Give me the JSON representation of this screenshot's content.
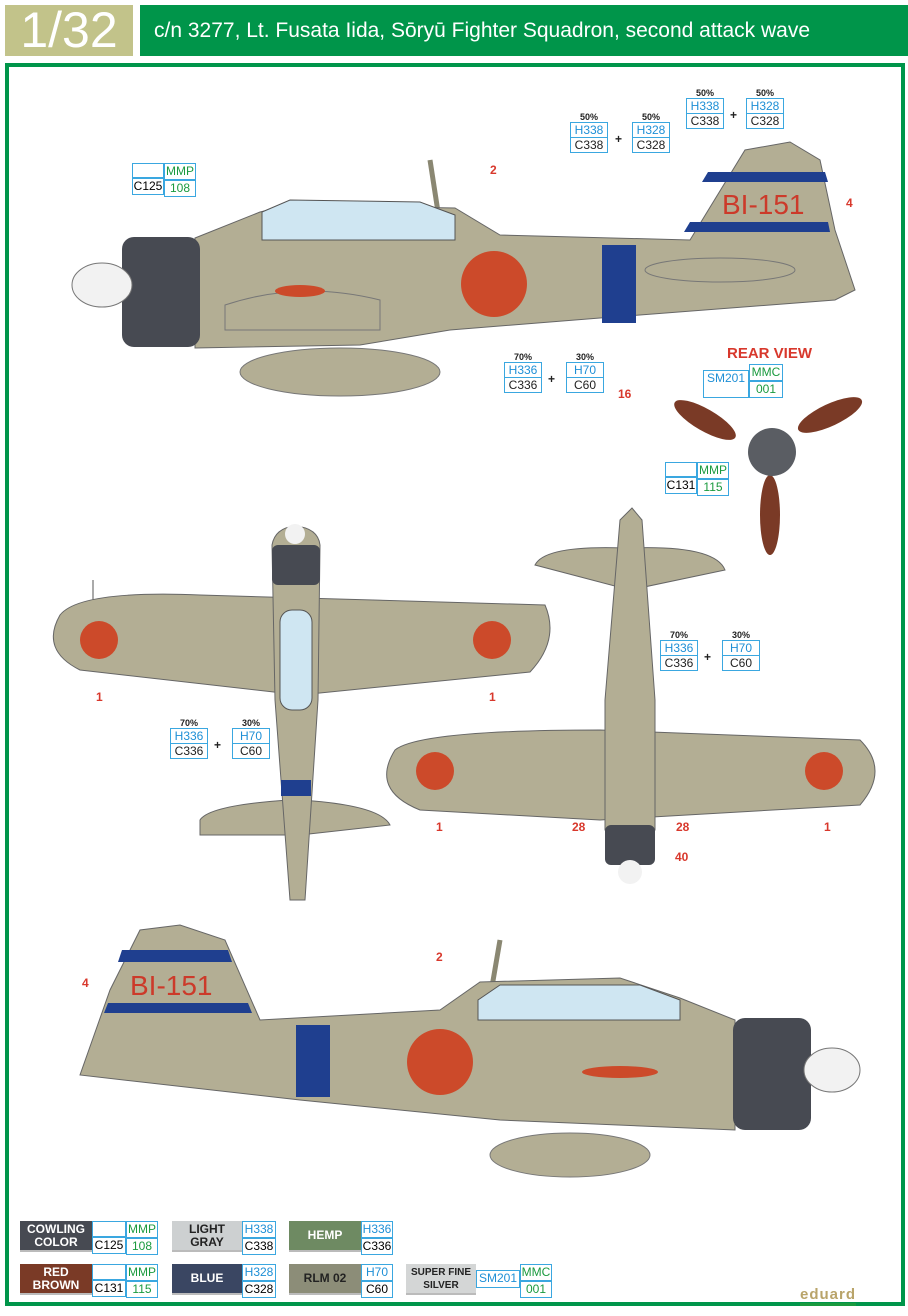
{
  "header": {
    "scale": "1/32",
    "title": "c/n 3277, Lt. Fusata Iida, Sōryū Fighter Squadron, second attack wave"
  },
  "colors": {
    "green": "#00954a",
    "khaki": "#b3ae94",
    "red": "#cc4a2a",
    "blue": "#1f3f8f",
    "cowling": "#474a52",
    "canopy": "#cfe6f2",
    "brown": "#7a3a26"
  },
  "markings": {
    "code": "BI-151",
    "rear_view": "REAR VIEW"
  },
  "callouts": {
    "c1": {
      "top": "MMP",
      "left": "C125",
      "right": "108"
    },
    "c2": {
      "a_pct": "50%",
      "a_h": "H338",
      "a_c": "C338",
      "b_pct": "50%",
      "b_h": "H328",
      "b_c": "C328"
    },
    "c3": {
      "a_pct": "50%",
      "a_h": "H338",
      "a_c": "C338",
      "b_pct": "50%",
      "b_h": "H328",
      "b_c": "C328"
    },
    "c4": {
      "a_pct": "70%",
      "a_h": "H336",
      "a_c": "C336",
      "b_pct": "30%",
      "b_h": "H70",
      "b_c": "C60"
    },
    "c5": {
      "left": "SM201",
      "top": "MMC",
      "right": "001"
    },
    "c6": {
      "top": "MMP",
      "left": "C131",
      "right": "115"
    },
    "c7": {
      "a_pct": "70%",
      "a_h": "H336",
      "a_c": "C336",
      "b_pct": "30%",
      "b_h": "H70",
      "b_c": "C60"
    },
    "c8": {
      "a_pct": "70%",
      "a_h": "H336",
      "a_c": "C336",
      "b_pct": "30%",
      "b_h": "H70",
      "b_c": "C60"
    },
    "plus": "+"
  },
  "numbers": {
    "n2a": "2",
    "n4a": "4",
    "n16": "16",
    "n1a": "1",
    "n1b": "1",
    "n1c": "1",
    "n1d": "1",
    "n28a": "28",
    "n28b": "28",
    "n40": "40",
    "n2b": "2",
    "n4b": "4"
  },
  "legend": [
    {
      "name": "COWLING COLOR",
      "color": "#474a52",
      "top": "MMP",
      "bl": "C125",
      "br": "108"
    },
    {
      "name": "LIGHT GRAY",
      "color": "#cdd0d1",
      "h": "H338",
      "c": "C338"
    },
    {
      "name": "HEMP",
      "color": "#6e8a62",
      "h": "H336",
      "c": "C336"
    },
    {
      "name": "RED BROWN",
      "color": "#7a3a26",
      "top": "MMP",
      "bl": "C131",
      "br": "115"
    },
    {
      "name": "BLUE",
      "color": "#3a4662",
      "h": "H328",
      "c": "C328"
    },
    {
      "name": "RLM 02",
      "color": "#8c8d78",
      "h": "H70",
      "c": "C60"
    },
    {
      "name": "SUPER FINE SILVER",
      "color": "#d4d6d6",
      "sm": "SM201",
      "top": "MMC",
      "br": "001"
    }
  ],
  "brand": "eduard"
}
